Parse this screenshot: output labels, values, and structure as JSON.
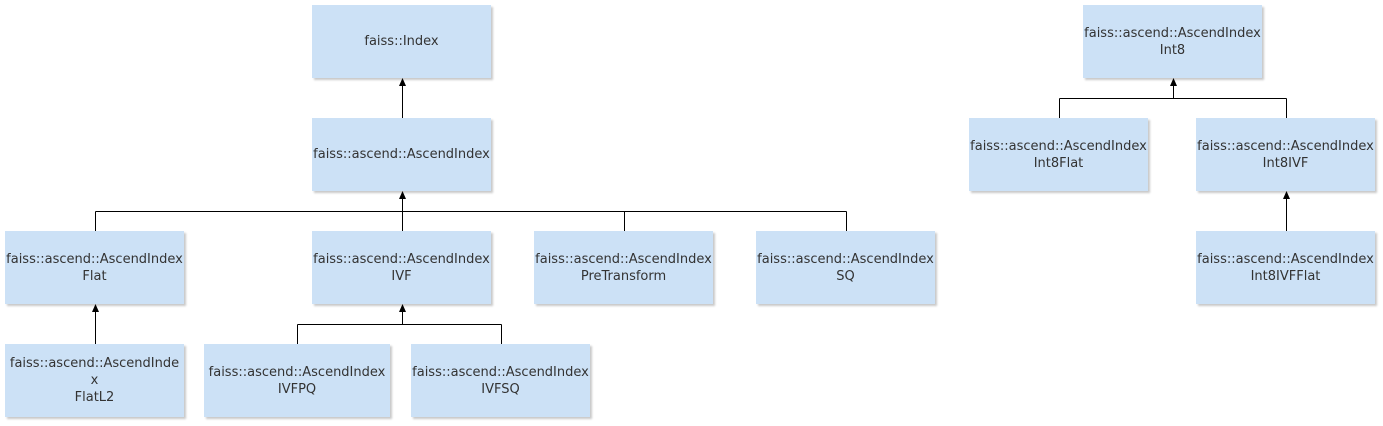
{
  "diagram": {
    "type": "class-inheritance-tree",
    "colors": {
      "node_fill": "#cce1f6",
      "node_text": "#333333",
      "edge": "#000000"
    },
    "nodes": {
      "index": {
        "line1": "faiss::Index"
      },
      "ascend_index": {
        "line1": "faiss::ascend::AscendIndex"
      },
      "flat": {
        "line1": "faiss::ascend::AscendIndex",
        "line2": "Flat"
      },
      "ivf": {
        "line1": "faiss::ascend::AscendIndex",
        "line2": "IVF"
      },
      "pretransform": {
        "line1": "faiss::ascend::AscendIndex",
        "line2": "PreTransform"
      },
      "sq": {
        "line1": "faiss::ascend::AscendIndex",
        "line2": "SQ"
      },
      "flatl2": {
        "line1": "faiss::ascend::AscendInde",
        "line2": "x",
        "line3": "FlatL2"
      },
      "ivfpq": {
        "line1": "faiss::ascend::AscendIndex",
        "line2": "IVFPQ"
      },
      "ivfsq": {
        "line1": "faiss::ascend::AscendIndex",
        "line2": "IVFSQ"
      },
      "int8": {
        "line1": "faiss::ascend::AscendIndex",
        "line2": "Int8"
      },
      "int8flat": {
        "line1": "faiss::ascend::AscendIndex",
        "line2": "Int8Flat"
      },
      "int8ivf": {
        "line1": "faiss::ascend::AscendIndex",
        "line2": "Int8IVF"
      },
      "int8ivfflat": {
        "line1": "faiss::ascend::AscendIndex",
        "line2": "Int8IVFFlat"
      }
    },
    "edges": [
      {
        "parent": "index",
        "children": [
          "ascend_index"
        ]
      },
      {
        "parent": "ascend_index",
        "children": [
          "flat",
          "ivf",
          "pretransform",
          "sq"
        ]
      },
      {
        "parent": "flat",
        "children": [
          "flatl2"
        ]
      },
      {
        "parent": "ivf",
        "children": [
          "ivfpq",
          "ivfsq"
        ]
      },
      {
        "parent": "int8",
        "children": [
          "int8flat",
          "int8ivf"
        ]
      },
      {
        "parent": "int8ivf",
        "children": [
          "int8ivfflat"
        ]
      }
    ]
  }
}
